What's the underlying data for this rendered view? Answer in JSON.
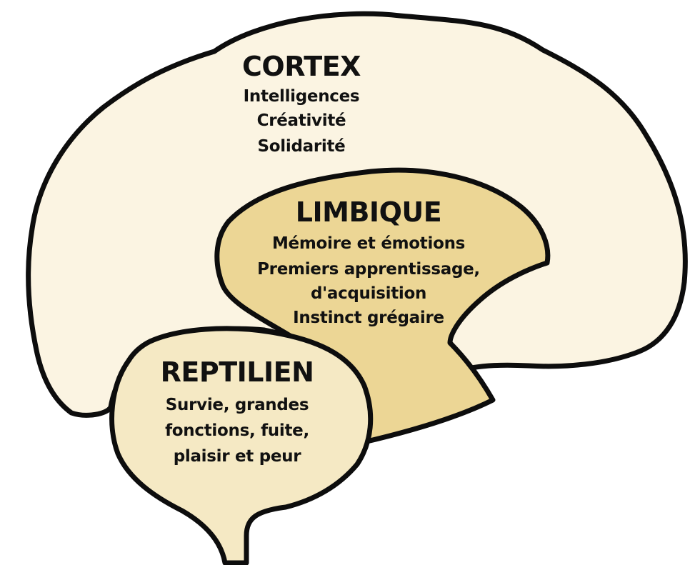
{
  "colors": {
    "cortex_fill": "#fbf4e2",
    "limbic_fill": "#ecd695",
    "reptilian_fill": "#f5e9c4",
    "outline": "#0d0d0d",
    "text": "#111111"
  },
  "regions": {
    "cortex": {
      "title": "CORTEX",
      "lines": [
        "Intelligences",
        "Créativité",
        "Solidarité"
      ]
    },
    "limbic": {
      "title": "LIMBIQUE",
      "lines": [
        "Mémoire et émotions",
        "Premiers apprentissage,",
        "d'acquisition",
        "Instinct grégaire"
      ]
    },
    "reptilian": {
      "title": "REPTILIEN",
      "lines": [
        "Survie, grandes",
        "fonctions, fuite,",
        "plaisir et peur"
      ]
    }
  }
}
